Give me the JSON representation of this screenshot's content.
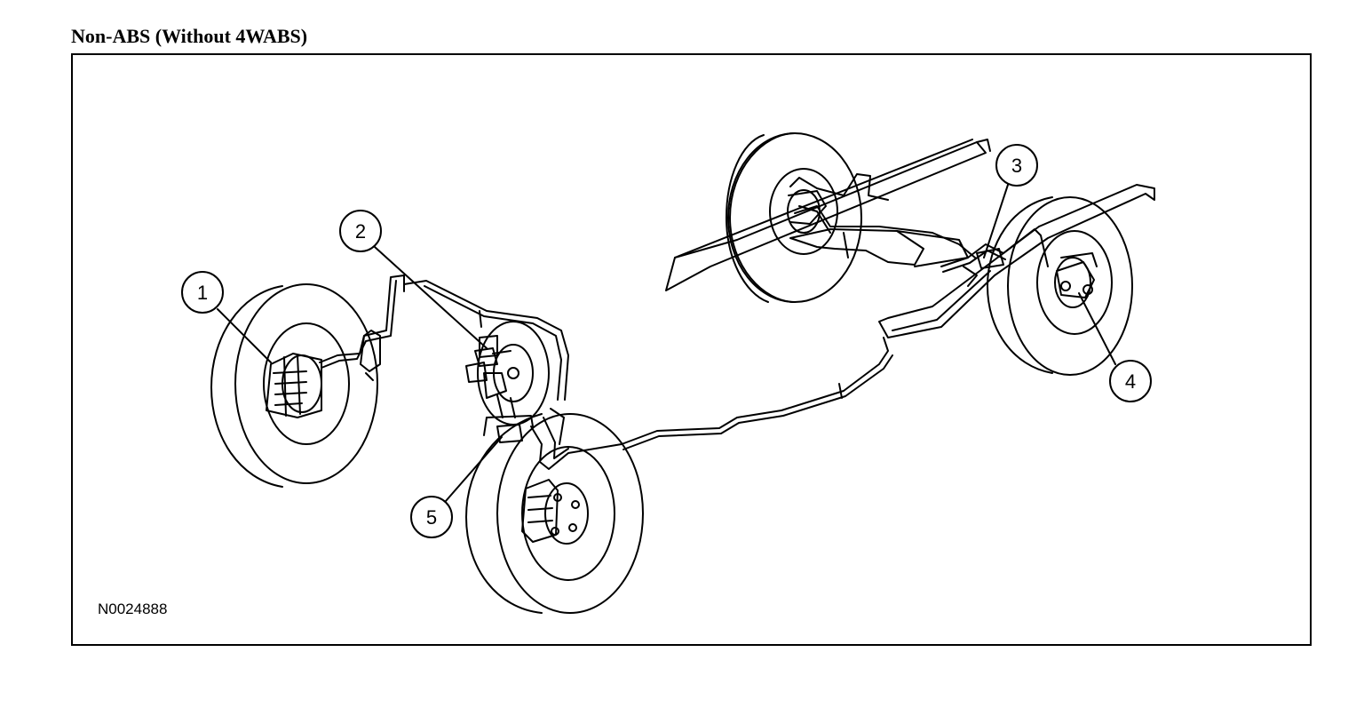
{
  "title": "Non-ABS (Without 4WABS)",
  "figure_id": "N0024888",
  "callouts": [
    "1",
    "2",
    "3",
    "4",
    "5"
  ]
}
